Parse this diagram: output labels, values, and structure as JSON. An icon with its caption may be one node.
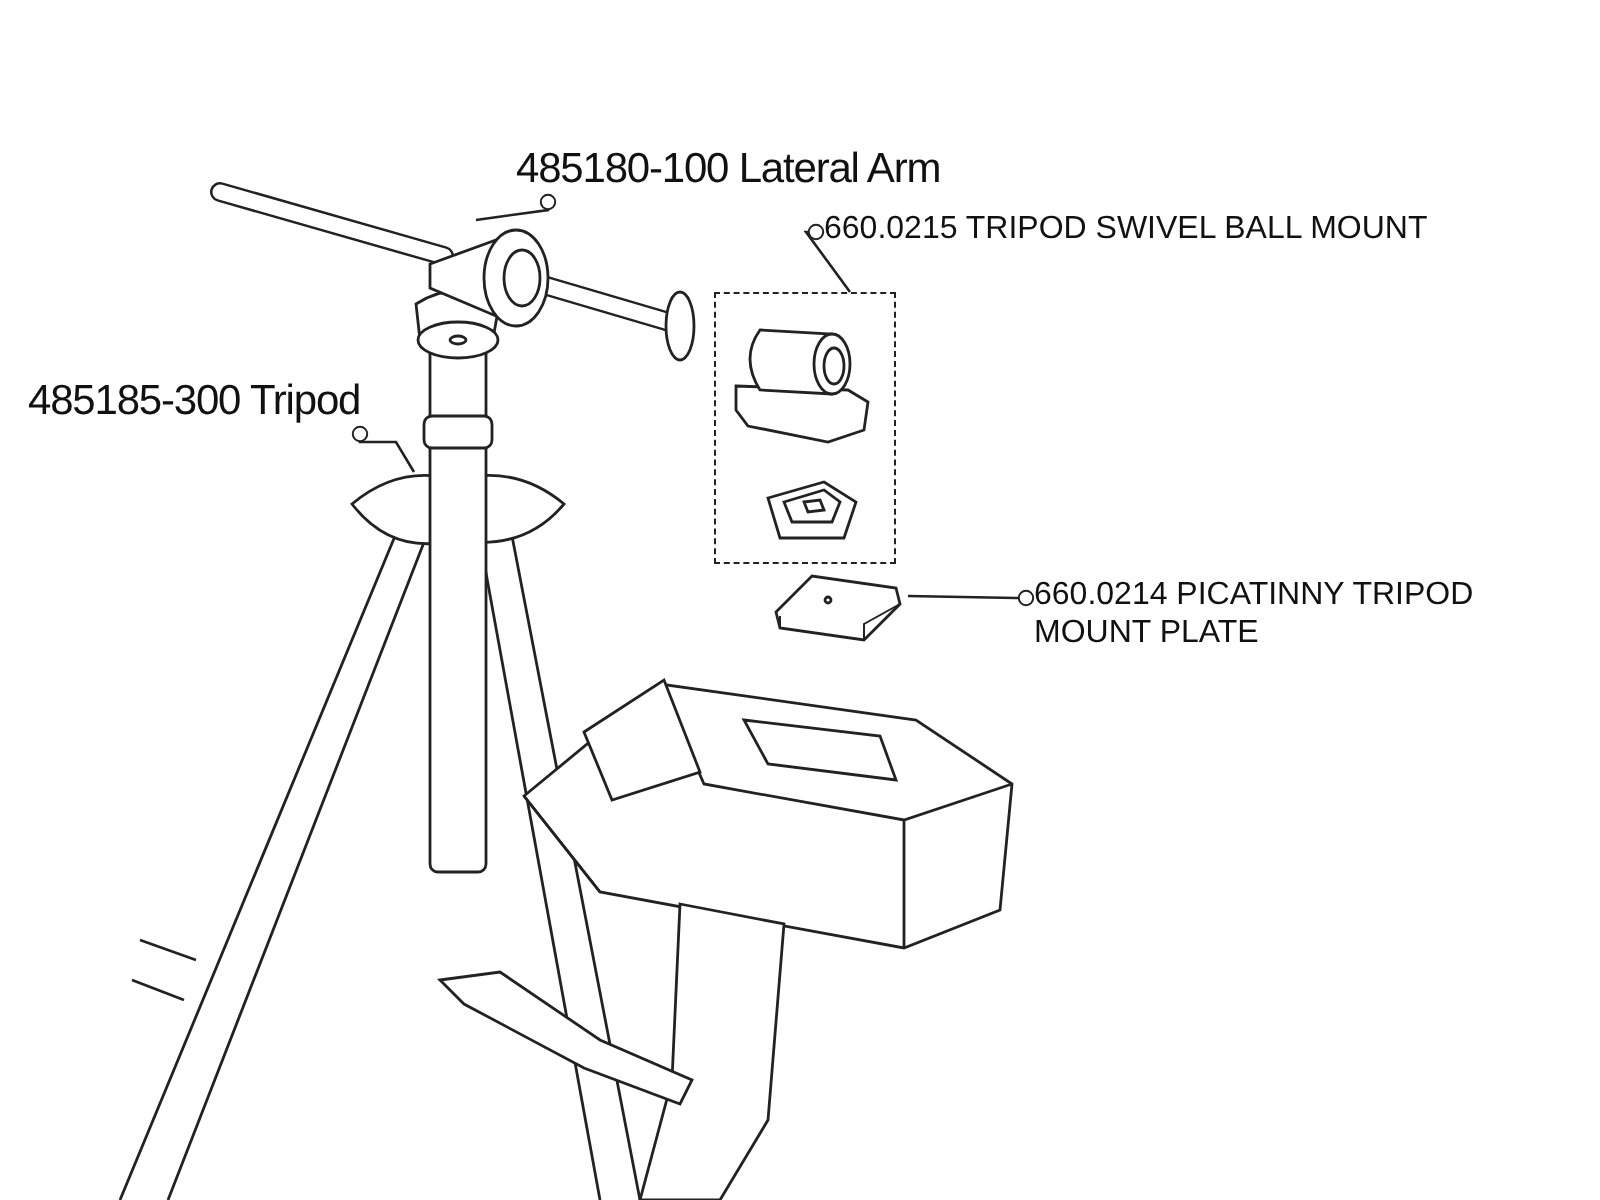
{
  "diagram": {
    "nodes": [
      {
        "text": [
          "485180-100 Lateral Arm"
        ]
      },
      {
        "text": [],
        "shape": "picture"
      },
      {
        "text": [
          "485185-300 Tripod"
        ]
      },
      {
        "text": [],
        "shape": "picture"
      },
      {
        "text": [
          "660.0215 TRIPOD SWIVEL BALL MOUNT"
        ]
      },
      {
        "text": [],
        "shape": "box"
      },
      {
        "text": [
          "660.0214 PICATINNY TRIPOD MOUNT PLATE"
        ]
      },
      {
        "text": [],
        "shape": "picture"
      }
    ],
    "edges": [
      {
        "from": 0,
        "to": 1,
        "arrow": "other"
      },
      {
        "from": 2,
        "to": 3,
        "arrow": "other"
      },
      {
        "from": 4,
        "to": 5,
        "arrow": "other"
      },
      {
        "from": 6,
        "to": 7,
        "arrow": "other"
      }
    ]
  }
}
